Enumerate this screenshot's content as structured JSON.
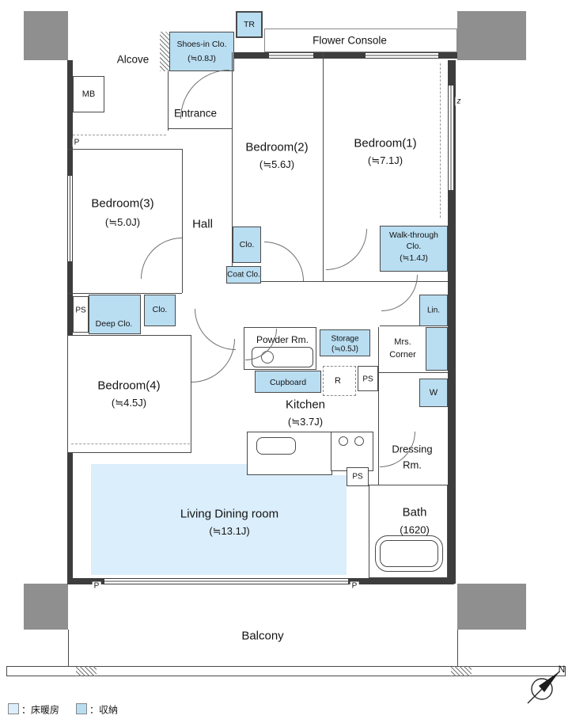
{
  "colors": {
    "wall": "#3d3d3d",
    "pillar": "#8f8f8f",
    "storage_fill": "#b9ddf1",
    "floor_heating_fill": "#dbeefb"
  },
  "exterior": {
    "alcove": "Alcove",
    "flower_console": "Flower Console",
    "balcony": "Balcony",
    "z_mark": "z",
    "p_alcove": "P",
    "p_balcony_left": "P",
    "p_balcony_right": "P"
  },
  "entrance": {
    "label": "Entrance",
    "mb": "MB",
    "tr": "TR",
    "shoes_name": "Shoes-in Clo.",
    "shoes_size": "(≒0.8J)"
  },
  "rooms": {
    "bedroom1_name": "Bedroom(1)",
    "bedroom1_size": "(≒7.1J)",
    "bedroom2_name": "Bedroom(2)",
    "bedroom2_size": "(≒5.6J)",
    "bedroom3_name": "Bedroom(3)",
    "bedroom3_size": "(≒5.0J)",
    "bedroom4_name": "Bedroom(4)",
    "bedroom4_size": "(≒4.5J)",
    "hall": "Hall",
    "kitchen_name": "Kitchen",
    "kitchen_size": "(≒3.7J)",
    "living_name": "Living Dining room",
    "living_size": "(≒13.1J)",
    "powder": "Powder Rm.",
    "dressing1": "Dressing",
    "dressing2": "Rm.",
    "bath_name": "Bath",
    "bath_size": "(1620)",
    "mrs1": "Mrs.",
    "mrs2": "Corner"
  },
  "storage": {
    "clo_hall": "Clo.",
    "coat_clo": "Coat Clo.",
    "walk1": "Walk-through",
    "walk2": "Clo.",
    "walk_size": "(≒1.4J)",
    "deep_clo": "Deep Clo.",
    "clo_mid": "Clo.",
    "lin": "Lin.",
    "storage_name": "Storage",
    "storage_size": "(≒0.5J)",
    "cupboard": "Cupboard",
    "washer": "W",
    "fridge": "R"
  },
  "service": {
    "ps_left": "PS",
    "ps_kitchen": "PS",
    "ps_bath": "PS"
  },
  "legend": {
    "floor_heating": "：床暖房",
    "storage": "：収納"
  },
  "compass": {
    "north": "N"
  }
}
